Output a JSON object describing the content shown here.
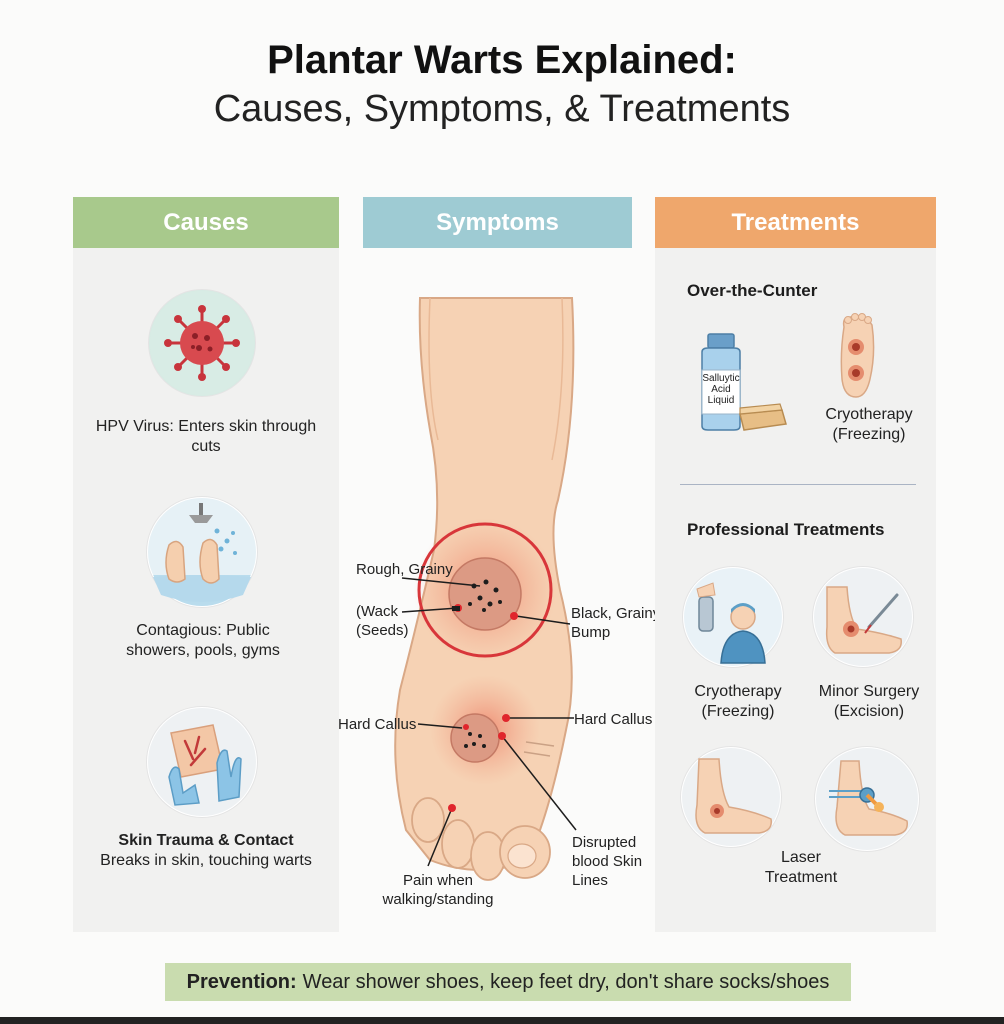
{
  "title": "Plantar Warts Explained:",
  "subtitle": "Causes, Symptoms, & Treatments",
  "colors": {
    "causes": "#a8c98c",
    "symptoms": "#9ecbd3",
    "treatments": "#efa76c",
    "prevention_bg": "#c9dcaf"
  },
  "causes": {
    "header": "Causes",
    "items": [
      {
        "icon": "virus-icon",
        "title": "HPV Virus",
        "text": ": Enters skin through cuts"
      },
      {
        "icon": "shower-feet-icon",
        "title": "",
        "text": "Contagious: Public showers, pools, gyms"
      },
      {
        "icon": "gloves-skin-icon",
        "title": "Skin Trauma & Contact",
        "text": "Breaks in skin, touching warts"
      }
    ]
  },
  "symptoms": {
    "header": "Symptoms",
    "labels": {
      "rough_grainy": "Rough, Grainy",
      "black_seeds": "(Wack (Seeds)",
      "black_bump": "Black, Grainy Bump",
      "callus_left": "Hard Callus",
      "callus_right": "Hard Callus",
      "disrupted": "Disrupted blood Skin Lines",
      "pain": "Pain when walking/standing"
    }
  },
  "treatments": {
    "header": "Treatments",
    "otc_header": "Over-the-Cunter",
    "bottle_label": "Salluytic Acid Liquid",
    "otc_cryo": "Cryotherapy (Freezing)",
    "pro_header": "Professional Treatments",
    "pro_items": [
      {
        "icon": "doctor-spray-icon",
        "label": "Cryotherapy (Freezing)"
      },
      {
        "icon": "scalpel-foot-icon",
        "label": "Minor Surgery (Excision)"
      },
      {
        "icon": "foot-wart-icon",
        "label": ""
      },
      {
        "icon": "laser-foot-icon",
        "label": ""
      }
    ],
    "laser_label": "Laser Treatment"
  },
  "prevention": {
    "title": "Prevention:",
    "text": "Wear shower shoes, keep feet dry, don't share socks/shoes"
  }
}
